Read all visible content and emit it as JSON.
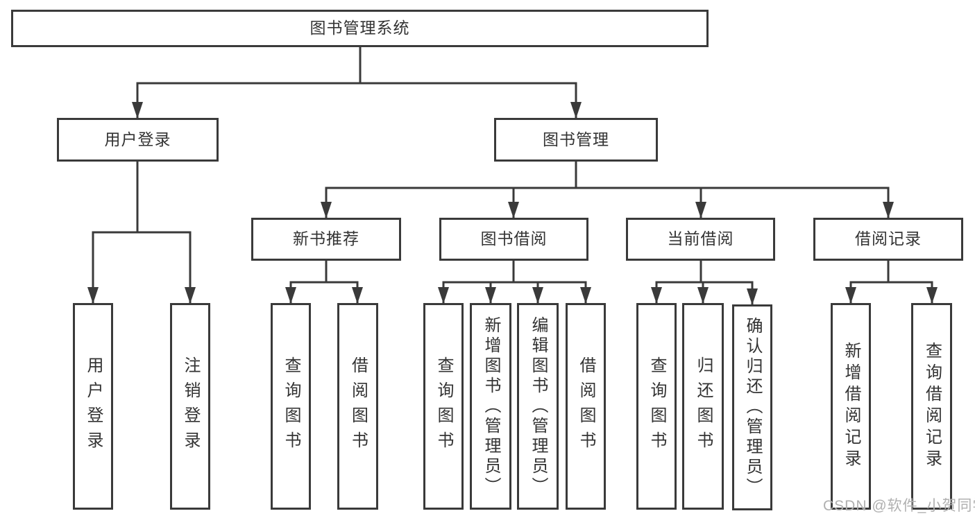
{
  "colors": {
    "background": "#ffffff",
    "line": "#3a3a3a",
    "box_border": "#3a3a3a",
    "text": "#333333",
    "watermark": "#b0b0b0"
  },
  "watermark": {
    "text": "CSDN @软件_小贺同学"
  },
  "tree": {
    "root": {
      "label": "图书管理系统",
      "children": {
        "user_login": {
          "label": "用户登录",
          "children": {
            "user_login_op": {
              "label": "用户登录"
            },
            "logout_op": {
              "label": "注销登录"
            }
          }
        },
        "book_management": {
          "label": "图书管理",
          "children": {
            "new_book_recommend": {
              "label": "新书推荐",
              "children": {
                "query_books": {
                  "label": "查询图书"
                },
                "borrow_books": {
                  "label": "借阅图书"
                }
              }
            },
            "book_borrowing": {
              "label": "图书借阅",
              "children": {
                "query_books": {
                  "label": "查询图书"
                },
                "add_books_admin": {
                  "label": "新增图书（管理员）"
                },
                "edit_books_admin": {
                  "label": "编辑图书（管理员）"
                },
                "borrow_books": {
                  "label": "借阅图书"
                }
              }
            },
            "current_borrowing": {
              "label": "当前借阅",
              "children": {
                "query_books": {
                  "label": "查询图书"
                },
                "return_books": {
                  "label": "归还图书"
                },
                "confirm_return_admin": {
                  "label": "确认归还（管理员）"
                }
              }
            },
            "borrowing_records": {
              "label": "借阅记录",
              "children": {
                "add_borrow_record": {
                  "label": "新增借阅记录"
                },
                "query_borrow_record": {
                  "label": "查询借阅记录"
                }
              }
            }
          }
        }
      }
    }
  }
}
